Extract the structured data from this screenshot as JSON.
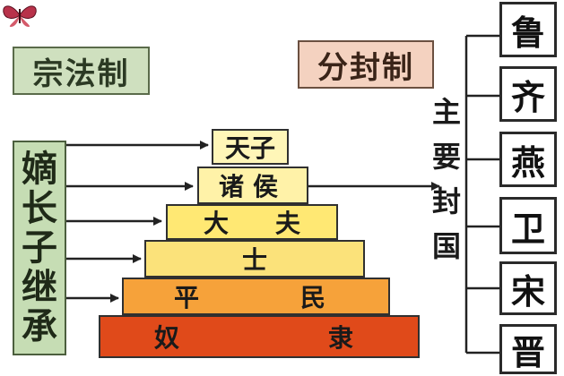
{
  "labels": {
    "zongfa": "宗法制",
    "fenfeng": "分封制"
  },
  "inheritance": [
    "嫡",
    "长",
    "子",
    "继",
    "承"
  ],
  "pyramid": {
    "tier0": {
      "left": "天子",
      "right": ""
    },
    "tier1": {
      "left": "诸侯",
      "right": ""
    },
    "tier2": {
      "left": "大",
      "right": "夫"
    },
    "tier3": {
      "left": "士",
      "right": ""
    },
    "tier4": {
      "left": "平",
      "right": "民"
    },
    "tier5": {
      "left": "奴",
      "right": "隶"
    }
  },
  "main_fiefs_label": [
    "主",
    "要",
    "封",
    "国"
  ],
  "states": [
    "鲁",
    "齐",
    "燕",
    "卫",
    "宋",
    "晋"
  ],
  "colors": {
    "arrow": "#222222",
    "tier_top": "#fff6b8",
    "tier_bottom": "#e04a1a"
  },
  "icons": {
    "corner": "butterfly-icon"
  }
}
